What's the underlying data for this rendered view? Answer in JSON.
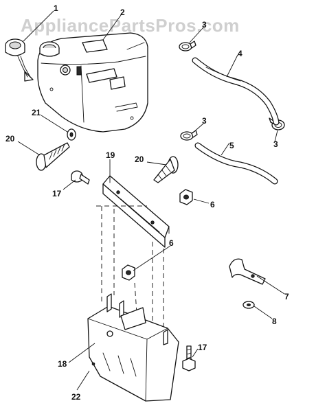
{
  "watermark": "AppliancePartsPros.com",
  "callouts": {
    "c1": "1",
    "c2": "2",
    "c3a": "3",
    "c3b": "3",
    "c3c": "3",
    "c4": "4",
    "c5": "5",
    "c6a": "6",
    "c6b": "6",
    "c7": "7",
    "c8": "8",
    "c17a": "17",
    "c17b": "17",
    "c18": "18",
    "c19": "19",
    "c20a": "20",
    "c20b": "20",
    "c21": "21",
    "c22": "22"
  }
}
